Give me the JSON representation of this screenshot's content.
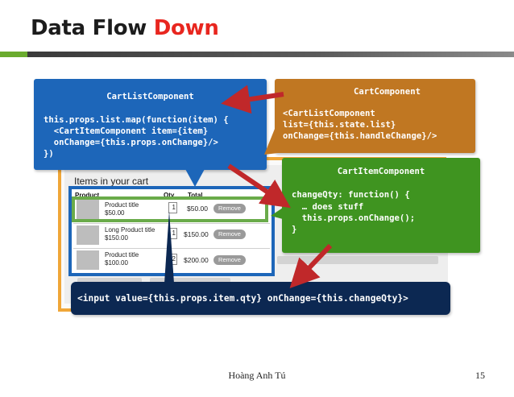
{
  "slide": {
    "title_main": "Data Flow ",
    "title_accent": "Down",
    "accent_color": "#e8261f",
    "footer_author": "Hoàng Anh Tú",
    "page_number": "15"
  },
  "cart_mockup": {
    "heading": "Items in your cart",
    "columns": {
      "product": "Product",
      "qty": "Qty",
      "total": "Total"
    },
    "rows": [
      {
        "title": "Product title",
        "price": "$50.00",
        "qty": "1",
        "total": "$50.00",
        "remove": "Remove"
      },
      {
        "title": "Long Product title",
        "price": "$150.00",
        "qty": "1",
        "total": "$150.00",
        "remove": "Remove"
      },
      {
        "title": "Product title",
        "price": "$100.00",
        "qty": "2",
        "total": "$200.00",
        "remove": "Remove"
      }
    ]
  },
  "components": {
    "cart_list": {
      "name": "CartListComponent",
      "lines": [
        "this.props.list.map(function(item) {",
        "  <CartItemComponent item={item}",
        "  onChange={this.props.onChange}/>",
        "})"
      ],
      "color": "#1d66b9"
    },
    "cart": {
      "name": "CartComponent",
      "lines": [
        "<CartListComponent",
        "list={this.state.list}",
        "onChange={this.handleChange}/>"
      ],
      "color": "#c07722"
    },
    "cart_item": {
      "name": "CartItemComponent",
      "lines": [
        "changeQty: function() {",
        "  … does stuff",
        "  this.props.onChange();",
        "}"
      ],
      "color": "#3f9420"
    },
    "input": {
      "line": "<input value={this.props.item.qty} onChange={this.changeQty}>",
      "color": "#0c2852"
    }
  },
  "arrow_color": "#c0282a"
}
